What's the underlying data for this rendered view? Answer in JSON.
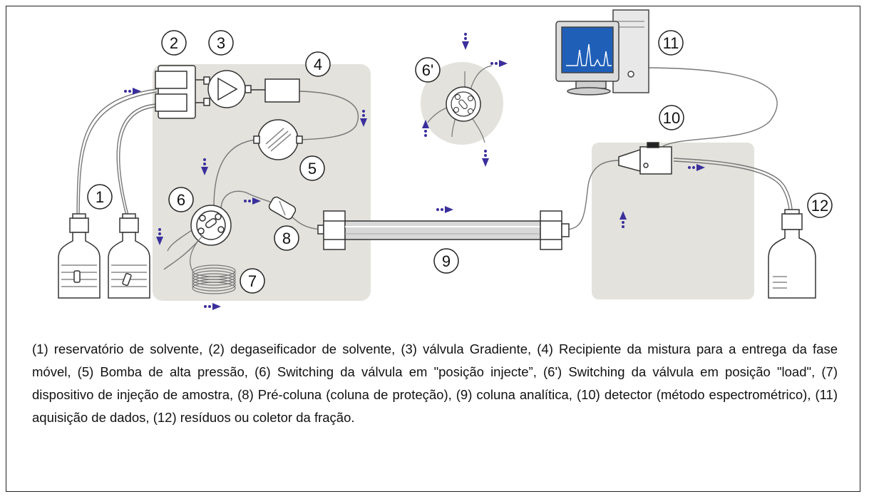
{
  "labels": {
    "n1": "1",
    "n2": "2",
    "n3": "3",
    "n4": "4",
    "n5": "5",
    "n6": "6",
    "n6p": "6'",
    "n7": "7",
    "n8": "8",
    "n9": "9",
    "n10": "10",
    "n11": "11",
    "n12": "12"
  },
  "caption": "(1) reservatório de solvente, (2) degaseificador de solvente, (3) válvula Gradiente, (4) Recipiente da mistura para a entrega da fase móvel, (5) Bomba de alta pressão, (6) Switching da válvula em \"posição injecte”, (6') Switching da válvula em posição \"load\", (7) dispositivo de injeção de amostra, (8) Pré-coluna (coluna de proteção), (9) coluna analítica, (10) detector (método espectrométrico), (11) aquisição de dados, (12) resíduos ou coletor da fração.",
  "colors": {
    "arrow": "#3a2f9c",
    "panel": "#e3e2dc",
    "screen": "#1f5fb8"
  }
}
